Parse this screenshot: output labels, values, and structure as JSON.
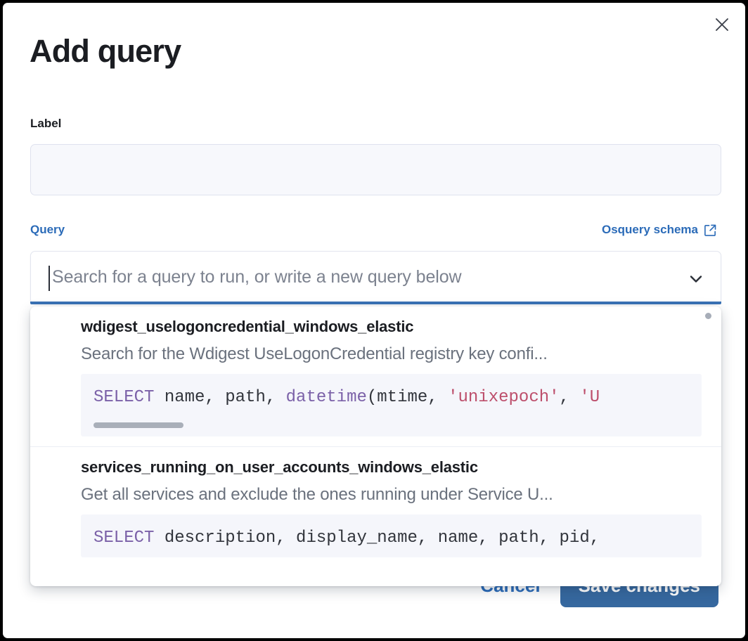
{
  "dialog": {
    "title": "Add query",
    "close_icon": "close-icon"
  },
  "label_field": {
    "label": "Label",
    "value": "",
    "placeholder": ""
  },
  "query_field": {
    "label": "Query",
    "schema_link": "Osquery schema",
    "schema_link_icon": "external-link-icon",
    "placeholder": "Search for a query to run, or write a new query below",
    "value": "",
    "chevron_icon": "chevron-down-icon"
  },
  "dropdown": {
    "options": [
      {
        "title": "wdigest_uselogoncredential_windows_elastic",
        "description": "Search for the Wdigest UseLogonCredential registry key confi...",
        "code_parts": [
          {
            "t": "SELECT",
            "c": "kw"
          },
          {
            "t": " name, path, ",
            "c": "plain"
          },
          {
            "t": "datetime",
            "c": "fn"
          },
          {
            "t": "(mtime, ",
            "c": "plain"
          },
          {
            "t": "'unixepoch'",
            "c": "str"
          },
          {
            "t": ", ",
            "c": "plain"
          },
          {
            "t": "'U",
            "c": "str"
          }
        ],
        "has_code_scrollbar": true
      },
      {
        "title": "services_running_on_user_accounts_windows_elastic",
        "description": "Get all services and exclude the ones running under Service U...",
        "code_parts": [
          {
            "t": "SELECT",
            "c": "kw"
          },
          {
            "t": " description, display_name, name, path, pid,",
            "c": "plain"
          }
        ],
        "has_code_scrollbar": false
      }
    ]
  },
  "footer": {
    "cancel_label": "Cancel",
    "save_label": "Save changes"
  },
  "colors": {
    "accent_blue": "#2b6bb8",
    "save_button_blue": "#36689f",
    "focus_underline": "#3a72b5",
    "title_dark": "#1b1d22",
    "muted_text": "#6a717d",
    "code_bg": "#f5f6fb",
    "code_keyword": "#7b61a8",
    "code_string": "#bd4f6c",
    "field_bg": "#f7f8fc"
  }
}
